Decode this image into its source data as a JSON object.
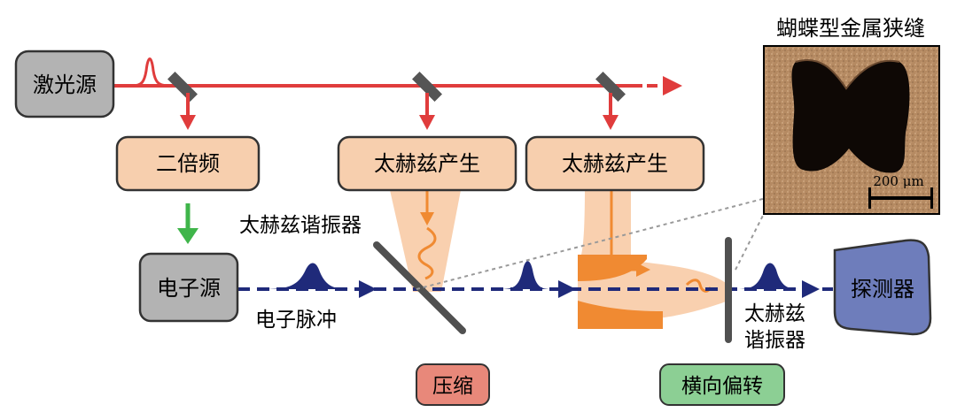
{
  "blocks": {
    "laser_source": "激光源",
    "shg": "二倍频",
    "thz_gen_1": "太赫兹产生",
    "thz_gen_2": "太赫兹产生",
    "electron_source": "电子源",
    "detector": "探测器"
  },
  "labels": {
    "thz_resonator_left": "太赫兹谐振器",
    "electron_pulse": "电子脉冲",
    "thz_resonator_right_line1": "太赫兹",
    "thz_resonator_right_line2": "谐振器",
    "compression": "压缩",
    "transverse_deflection": "横向偏转"
  },
  "inset": {
    "title": "蝴蝶型金属狭缝",
    "scale_bar": "200 μm"
  },
  "colors": {
    "laser_red": "#e03c3c",
    "electron_blue": "#1f2a7a",
    "block_orange_fill": "#f7cfae",
    "block_gray_fill": "#b3b3b3",
    "detector_fill": "#6e7dbb",
    "thz_orange": "#f08a32",
    "green_arrow": "#3fb54a",
    "compression_fill": "#e8887a",
    "deflection_fill": "#8ccf94",
    "resonator_gray": "#505050"
  }
}
